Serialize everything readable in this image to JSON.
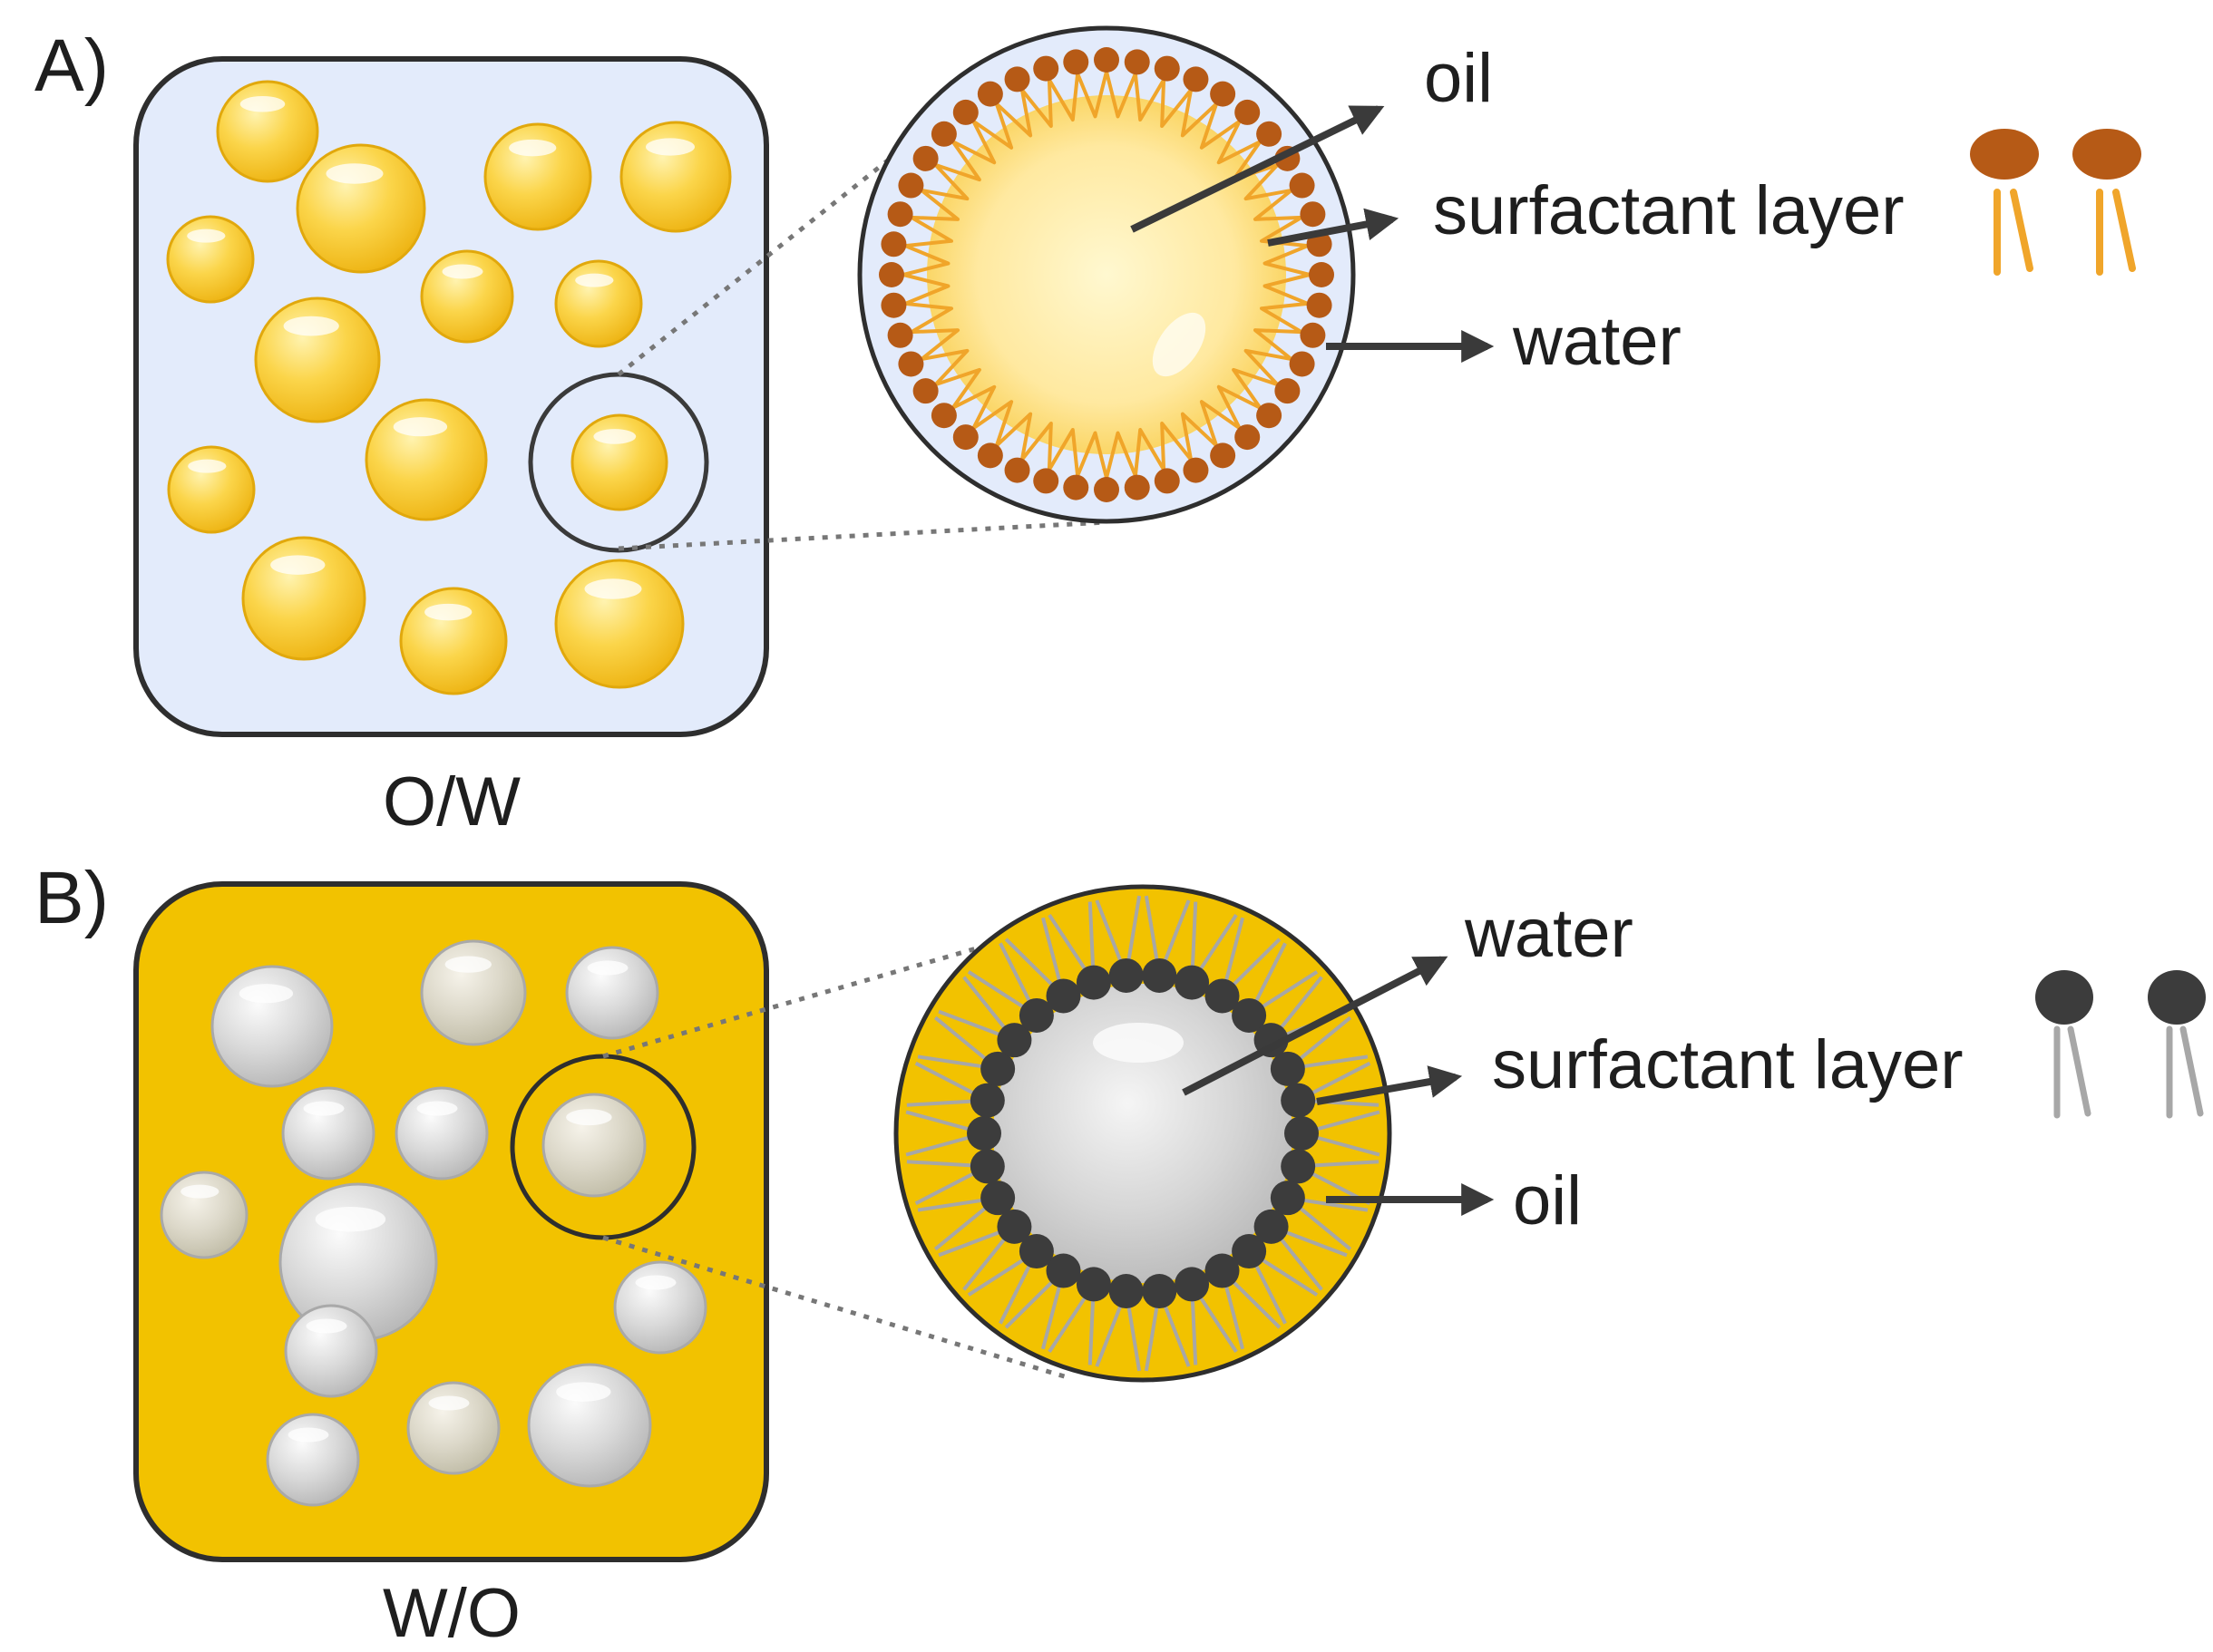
{
  "panel_a": {
    "letter": "A)",
    "caption": "O/W",
    "labels": {
      "inner": "oil",
      "layer": "surfactant layer",
      "outer": "water"
    },
    "colors": {
      "background": "#e3ebfb",
      "droplet": "#f6c52e",
      "droplet_light": "#fde98c",
      "head": "#b65a16",
      "tail": "#f0a52a"
    }
  },
  "panel_b": {
    "letter": "B)",
    "caption": "W/O",
    "labels": {
      "inner": "water",
      "layer": "surfactant layer",
      "outer": "oil"
    },
    "colors": {
      "background": "#f2c200",
      "droplet": "#d2d3d3",
      "droplet_light": "#f4f4f4",
      "head": "#3c3c3c",
      "tail": "#a7a7a7"
    }
  }
}
